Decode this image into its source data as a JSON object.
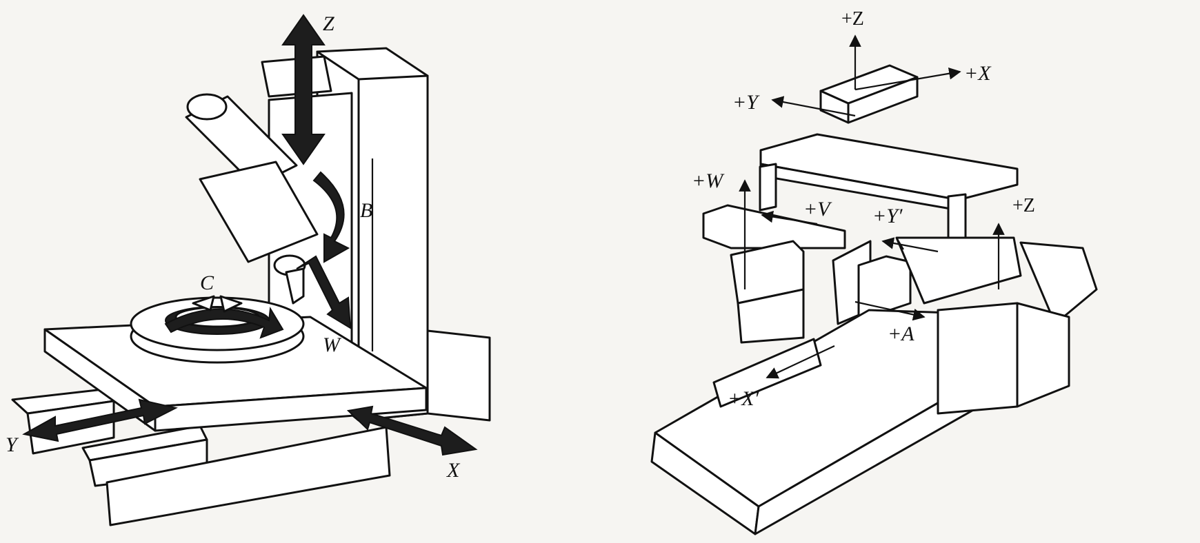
{
  "left_machine": {
    "axis_labels": {
      "z": "Z",
      "b": "B",
      "c": "C",
      "w": "W",
      "y": "Y",
      "x": "X"
    }
  },
  "right_machine": {
    "coordinate_triad": {
      "plus_z": "+Z",
      "plus_x": "+X",
      "plus_y": "+Y"
    },
    "axis_labels": {
      "plus_w": "+W",
      "plus_v": "+V",
      "plus_y_prime": "+Y′",
      "plus_z": "+Z",
      "plus_a": "+A",
      "plus_x_prime": "+X′"
    }
  },
  "colors": {
    "ink": "#111111",
    "paper": "#f6f5f2"
  }
}
